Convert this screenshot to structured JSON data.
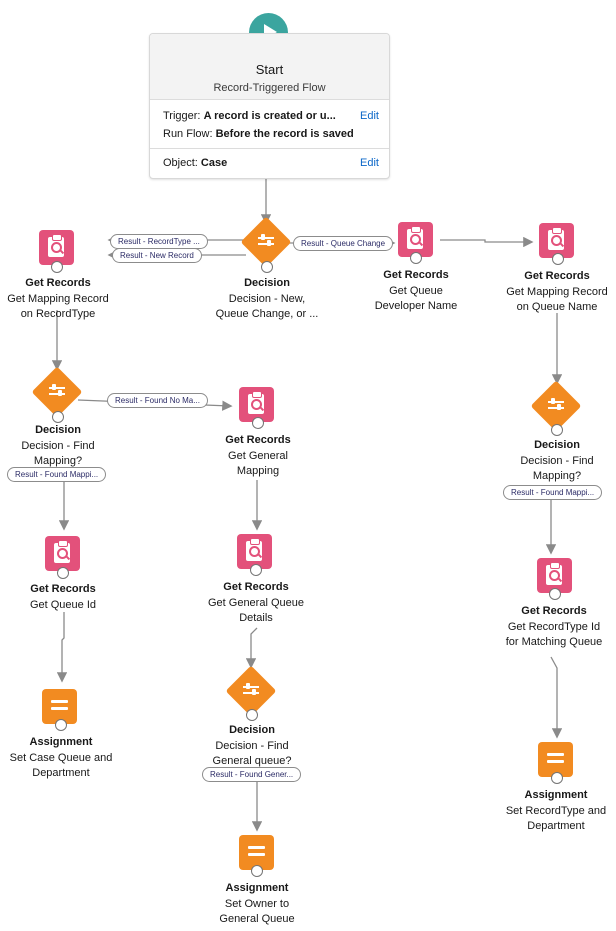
{
  "start": {
    "title": "Start",
    "subtitle": "Record-Triggered Flow",
    "trigger_label": "Trigger:",
    "trigger_value": "A record is created or u...",
    "run_flow_label": "Run Flow:",
    "run_flow_value": "Before the record is saved",
    "object_label": "Object:",
    "object_value": "Case",
    "edit_label": "Edit"
  },
  "nodes": {
    "decision_main": {
      "type": "Decision",
      "label1": "Decision - New,",
      "label2": "Queue Change, or ..."
    },
    "get_mapping_rt": {
      "type": "Get Records",
      "label1": "Get Mapping Record",
      "label2": "on RecordType"
    },
    "get_queue_dev": {
      "type": "Get Records",
      "label1": "Get Queue",
      "label2": "Developer Name"
    },
    "get_mapping_qn": {
      "type": "Get Records",
      "label1": "Get Mapping Record",
      "label2": "on Queue Name"
    },
    "decision_find_1": {
      "type": "Decision",
      "label1": "Decision - Find",
      "label2": "Mapping?"
    },
    "get_general_mapping": {
      "type": "Get Records",
      "label1": "Get General",
      "label2": "Mapping"
    },
    "decision_find_2": {
      "type": "Decision",
      "label1": "Decision - Find",
      "label2": "Mapping?"
    },
    "get_queue_id": {
      "type": "Get Records",
      "label1": "Get Queue Id",
      "label2": ""
    },
    "get_general_queue": {
      "type": "Get Records",
      "label1": "Get General Queue",
      "label2": "Details"
    },
    "get_recordtype_id": {
      "type": "Get Records",
      "label1": "Get RecordType Id",
      "label2": "for Matching Queue"
    },
    "decision_general": {
      "type": "Decision",
      "label1": "Decision - Find",
      "label2": "General queue?"
    },
    "assign_case_queue": {
      "type": "Assignment",
      "label1": "Set Case Queue and",
      "label2": "Department"
    },
    "assign_recordtype": {
      "type": "Assignment",
      "label1": "Set RecordType and",
      "label2": "Department"
    },
    "assign_owner": {
      "type": "Assignment",
      "label1": "Set Owner to",
      "label2": "General Queue"
    }
  },
  "outcomes": {
    "recordtype": "Result - RecordType ...",
    "new_record": "Result - New Record",
    "queue_change": "Result - Queue Change",
    "found_no_match": "Result - Found No Ma...",
    "found_mapping_1": "Result - Found Mappi...",
    "found_mapping_2": "Result - Found Mappi...",
    "found_general": "Result - Found Gener..."
  },
  "colors": {
    "start": "#3ba59f",
    "get_records": "#e3517b",
    "decision": "#f28b21",
    "assignment": "#f28b21",
    "link": "#0b67c8",
    "connector": "#8a8a8a"
  }
}
